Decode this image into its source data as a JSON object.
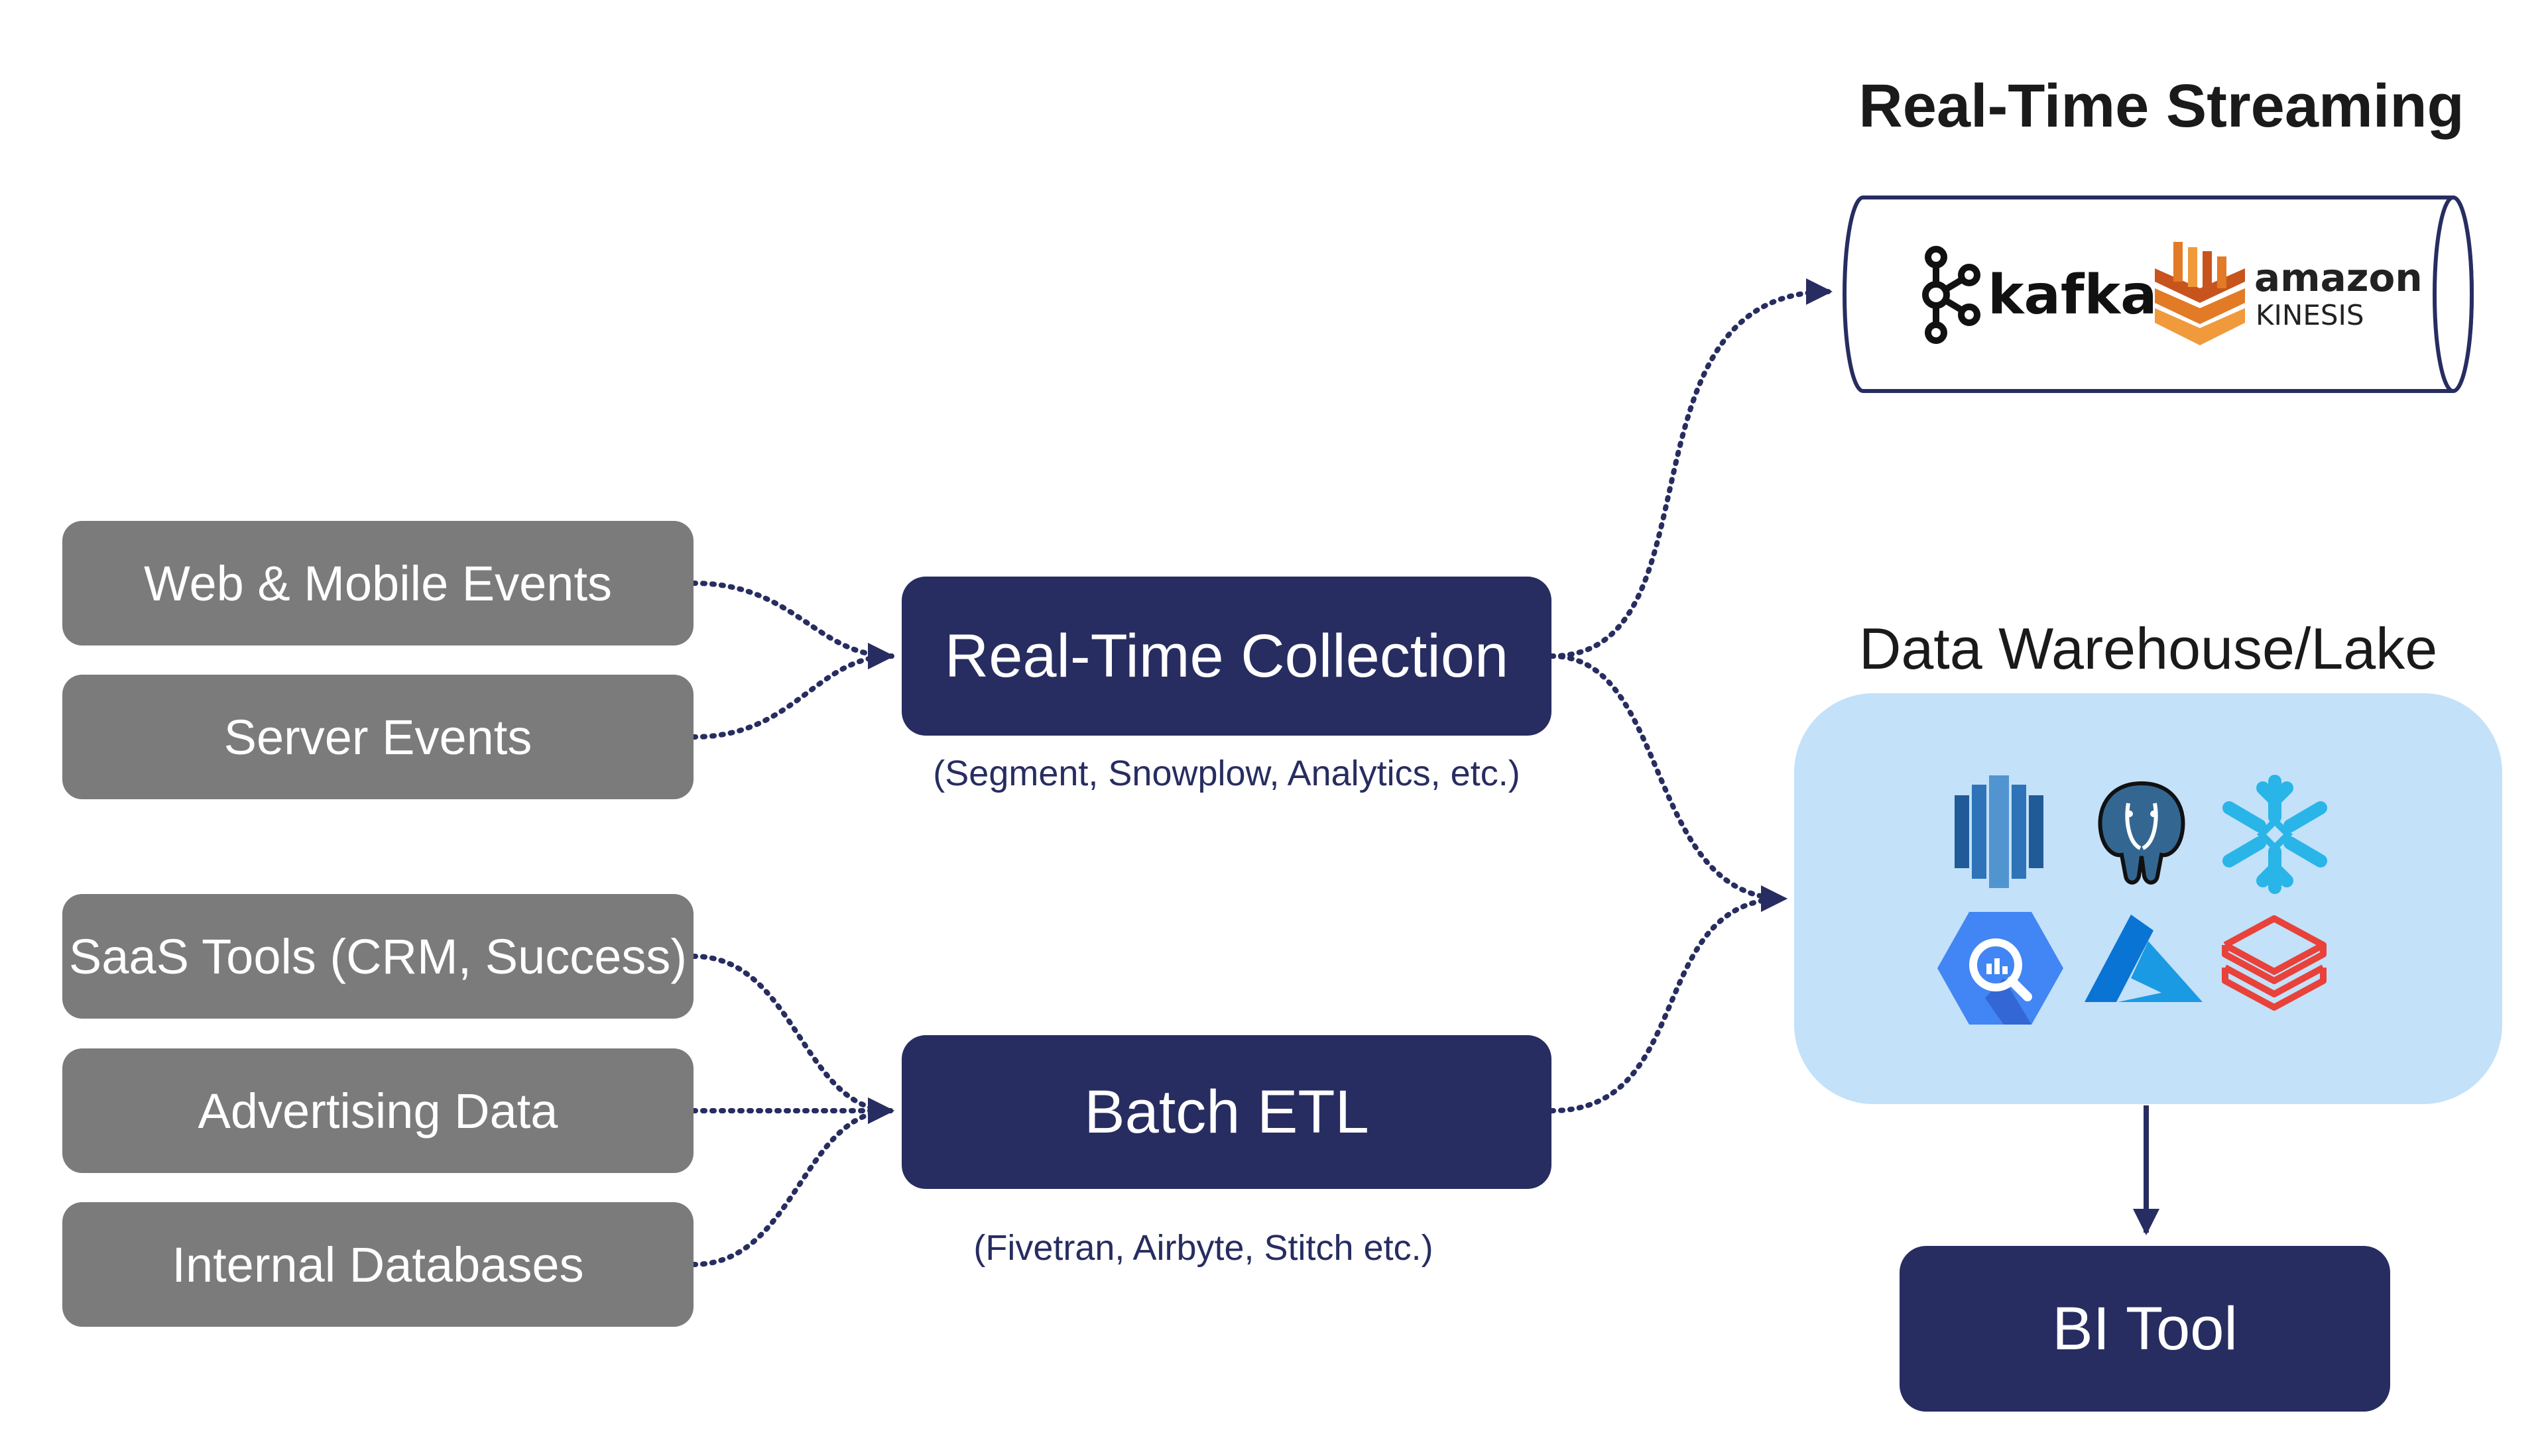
{
  "sources": {
    "web_mobile": "Web & Mobile Events",
    "server": "Server Events",
    "saas": "SaaS Tools (CRM, Success)",
    "advertising": "Advertising Data",
    "internal_db": "Internal Databases"
  },
  "processes": {
    "realtime": {
      "label": "Real-Time Collection",
      "caption": "(Segment, Snowplow, Analytics, etc.)"
    },
    "batch": {
      "label": "Batch ETL",
      "caption": "(Fivetran, Airbyte, Stitch etc.)"
    }
  },
  "streaming": {
    "title": "Real-Time Streaming",
    "kafka_label": "kafka",
    "kinesis_label_top": "amazon",
    "kinesis_label_bottom": "KINESIS"
  },
  "warehouse": {
    "title": "Data Warehouse/Lake",
    "logos": [
      "redshift-icon",
      "postgresql-icon",
      "snowflake-icon",
      "bigquery-icon",
      "azure-icon",
      "databricks-icon"
    ]
  },
  "bi": {
    "label": "BI Tool"
  },
  "colors": {
    "navy": "#272d60",
    "gray": "#7b7b7b",
    "light_blue": "#c3e1f9",
    "kinesis_orange": "#e27a26",
    "redshift_blue": "#2e73b8",
    "postgres_blue": "#336791",
    "snowflake_cyan": "#29b5e8",
    "bigquery_blue": "#4285f4",
    "azure_blue": "#0a74d4",
    "databricks_red": "#e8423a"
  }
}
